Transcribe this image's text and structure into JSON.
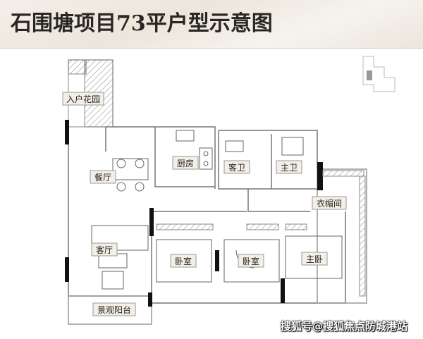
{
  "header": {
    "title": "石围塘项目73平户型示意图"
  },
  "rooms": {
    "entry_garden": "入户花园",
    "dining": "餐厅",
    "kitchen": "厨房",
    "guest_bath": "客卫",
    "master_bath": "主卫",
    "closet": "衣帽间",
    "living": "客厅",
    "bedroom1": "卧室",
    "bedroom2": "卧室",
    "master_bedroom": "主卧",
    "balcony": "景观阳台"
  },
  "watermark": "搜狐号@搜狐焦点防城港站",
  "colors": {
    "wall": "#111111",
    "line": "#8a8a8a",
    "label_bg": "#f4efe6"
  }
}
